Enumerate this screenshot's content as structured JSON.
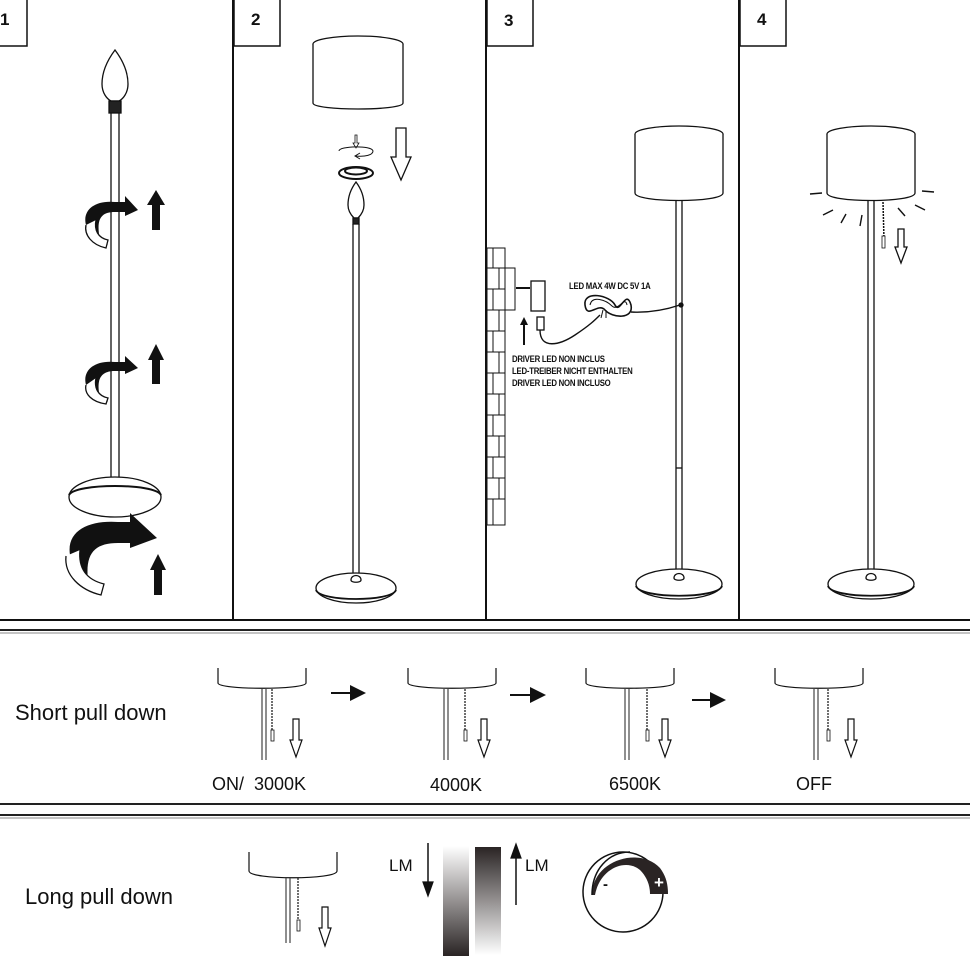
{
  "steps": [
    {
      "number": "1",
      "description": "Assemble pole sections by screwing clockwise, attach base"
    },
    {
      "number": "2",
      "description": "Install shade ring and lampshade onto bulb holder"
    },
    {
      "number": "3",
      "description": "Connect USB cable to LED driver and wall outlet"
    },
    {
      "number": "4",
      "description": "Pull cord to switch on"
    }
  ],
  "step3": {
    "rating_label": "LED MAX 4W DC 5V 1A",
    "driver_notes": [
      "DRIVER LED NON INCLUS",
      "LED-TREIBER NICHT ENTHALTEN",
      "DRIVER LED NON INCLUSO"
    ]
  },
  "short_pull": {
    "title": "Short pull down",
    "states": [
      {
        "label": "ON/  3000K"
      },
      {
        "label": "4000K"
      },
      {
        "label": "6500K"
      },
      {
        "label": "OFF"
      }
    ]
  },
  "long_pull": {
    "title": "Long pull down",
    "dim_label": "LM",
    "bright_label": "LM",
    "dial_minus": "-",
    "dial_plus": "+"
  },
  "colors": {
    "line": "#111111",
    "fill_dark": "#2a2424",
    "background": "#ffffff"
  }
}
